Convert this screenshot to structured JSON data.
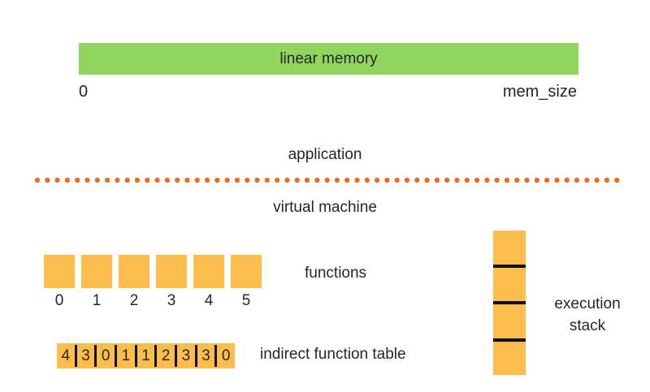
{
  "colors": {
    "background": "#ffffff",
    "linear_memory_green": "#8fd55e",
    "block_orange": "#fcbd4c",
    "boundary_dot_orange": "#e86c24",
    "divider_black": "#101010",
    "text": "#262626"
  },
  "linear_memory": {
    "label": "linear memory",
    "start_label": "0",
    "end_label": "mem_size"
  },
  "layers": {
    "application_label": "application",
    "virtual_machine_label": "virtual machine"
  },
  "functions": {
    "label": "functions",
    "indices": [
      "0",
      "1",
      "2",
      "3",
      "4",
      "5"
    ]
  },
  "indirect_function_table": {
    "label": "indirect function table",
    "values": [
      "4",
      "3",
      "0",
      "1",
      "1",
      "2",
      "3",
      "3",
      "0"
    ]
  },
  "execution_stack": {
    "label_lines": [
      "execution",
      "stack"
    ],
    "segment_count": 4
  }
}
